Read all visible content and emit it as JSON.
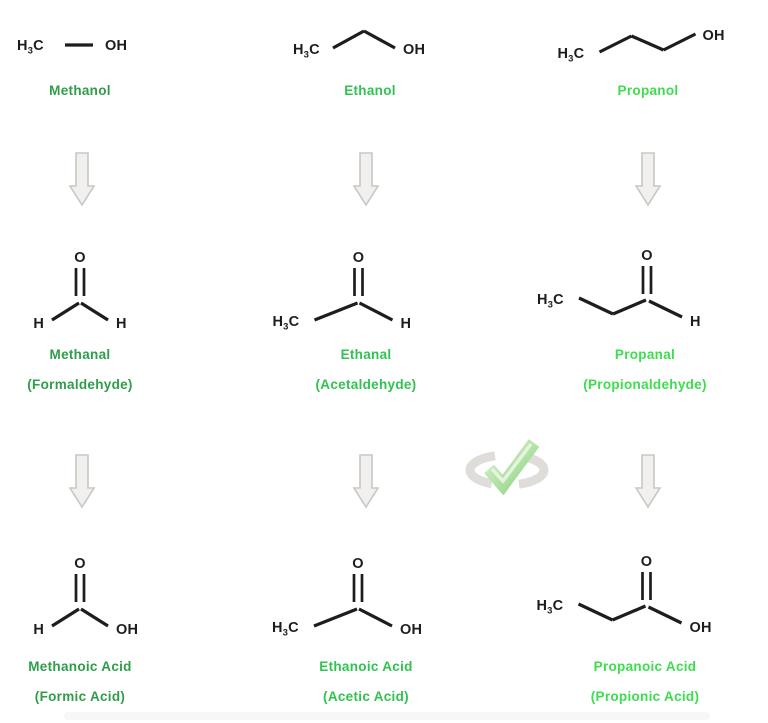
{
  "colors": {
    "bond": "#1d1d1d",
    "name_col1": "#2e9e4a",
    "name_col2": "#2fc351",
    "name_col3": "#3cdd4e",
    "arrow_fill": "#f1f0ee",
    "arrow_stroke": "#c9c7c3",
    "check_light": "#d9f2d0",
    "check_dark": "#85cf76",
    "check_hi": "#eefae9",
    "swoosh": "#dcdad7",
    "strip": "#f7f7f6"
  },
  "atoms": {
    "h": "H",
    "sub3": "3",
    "c": "C",
    "o": "O",
    "oh": "OH"
  },
  "columns": [
    {
      "alcohol": "Methanol",
      "aldehyde": "Methanal",
      "aldehyde_common": "(Formaldehyde)",
      "acid": "Methanoic Acid",
      "acid_common": "(Formic Acid)"
    },
    {
      "alcohol": "Ethanol",
      "aldehyde": "Ethanal",
      "aldehyde_common": "(Acetaldehyde)",
      "acid": "Ethanoic Acid",
      "acid_common": "(Acetic Acid)"
    },
    {
      "alcohol": "Propanol",
      "aldehyde": "Propanal",
      "aldehyde_common": "(Propionaldehyde)",
      "acid": "Propanoic Acid",
      "acid_common": "(Propionic Acid)"
    }
  ]
}
